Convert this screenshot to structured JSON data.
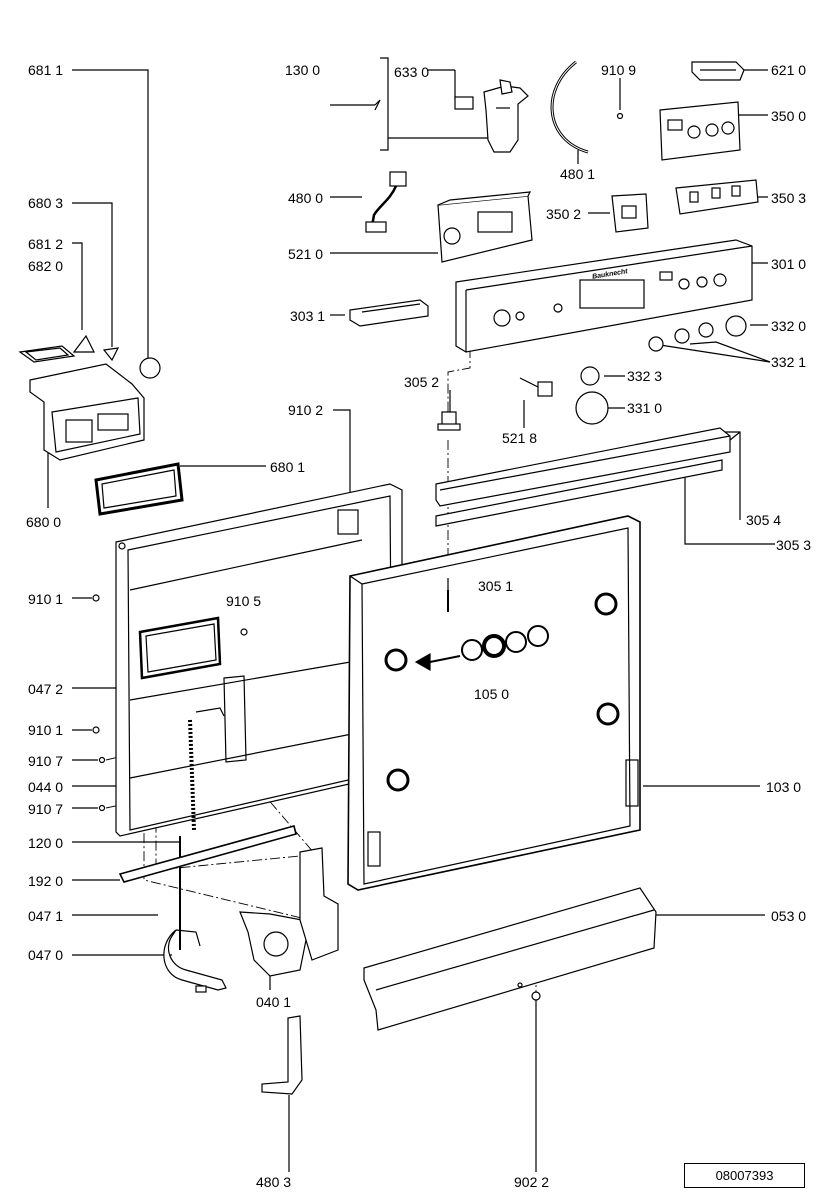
{
  "labels": {
    "l6811": "681 1",
    "l1300": "130 0",
    "l6330": "633 0",
    "l9109": "910 9",
    "l6210": "621 0",
    "l3500": "350 0",
    "l4801": "480 1",
    "l6803": "680 3",
    "l4800": "480 0",
    "l3503": "350 3",
    "l6812": "681 2",
    "l6820": "682 0",
    "l5210": "521 0",
    "l3502": "350 2",
    "l3010": "301 0",
    "l3031": "303 1",
    "l3320": "332 0",
    "l3321": "332 1",
    "l3052": "305 2",
    "l3323": "332 3",
    "l9102": "910 2",
    "l5218": "521 8",
    "l3310": "331 0",
    "l6801": "680 1",
    "l6800": "680 0",
    "l3054": "305 4",
    "l3053": "305 3",
    "l9101a": "910 1",
    "l3051": "305 1",
    "l9105": "910 5",
    "l0472": "047 2",
    "l1050": "105 0",
    "l9101b": "910 1",
    "l9107a": "910 7",
    "l0440": "044 0",
    "l9107b": "910 7",
    "l1030": "103 0",
    "l1200": "120 0",
    "l1920": "192 0",
    "l0471": "047 1",
    "l0530": "053 0",
    "l0470": "047 0",
    "l0401": "040 1",
    "l4803": "480 3",
    "l9022": "902 2"
  },
  "doc_number": "08007393",
  "brand_logo": "Bauknecht"
}
